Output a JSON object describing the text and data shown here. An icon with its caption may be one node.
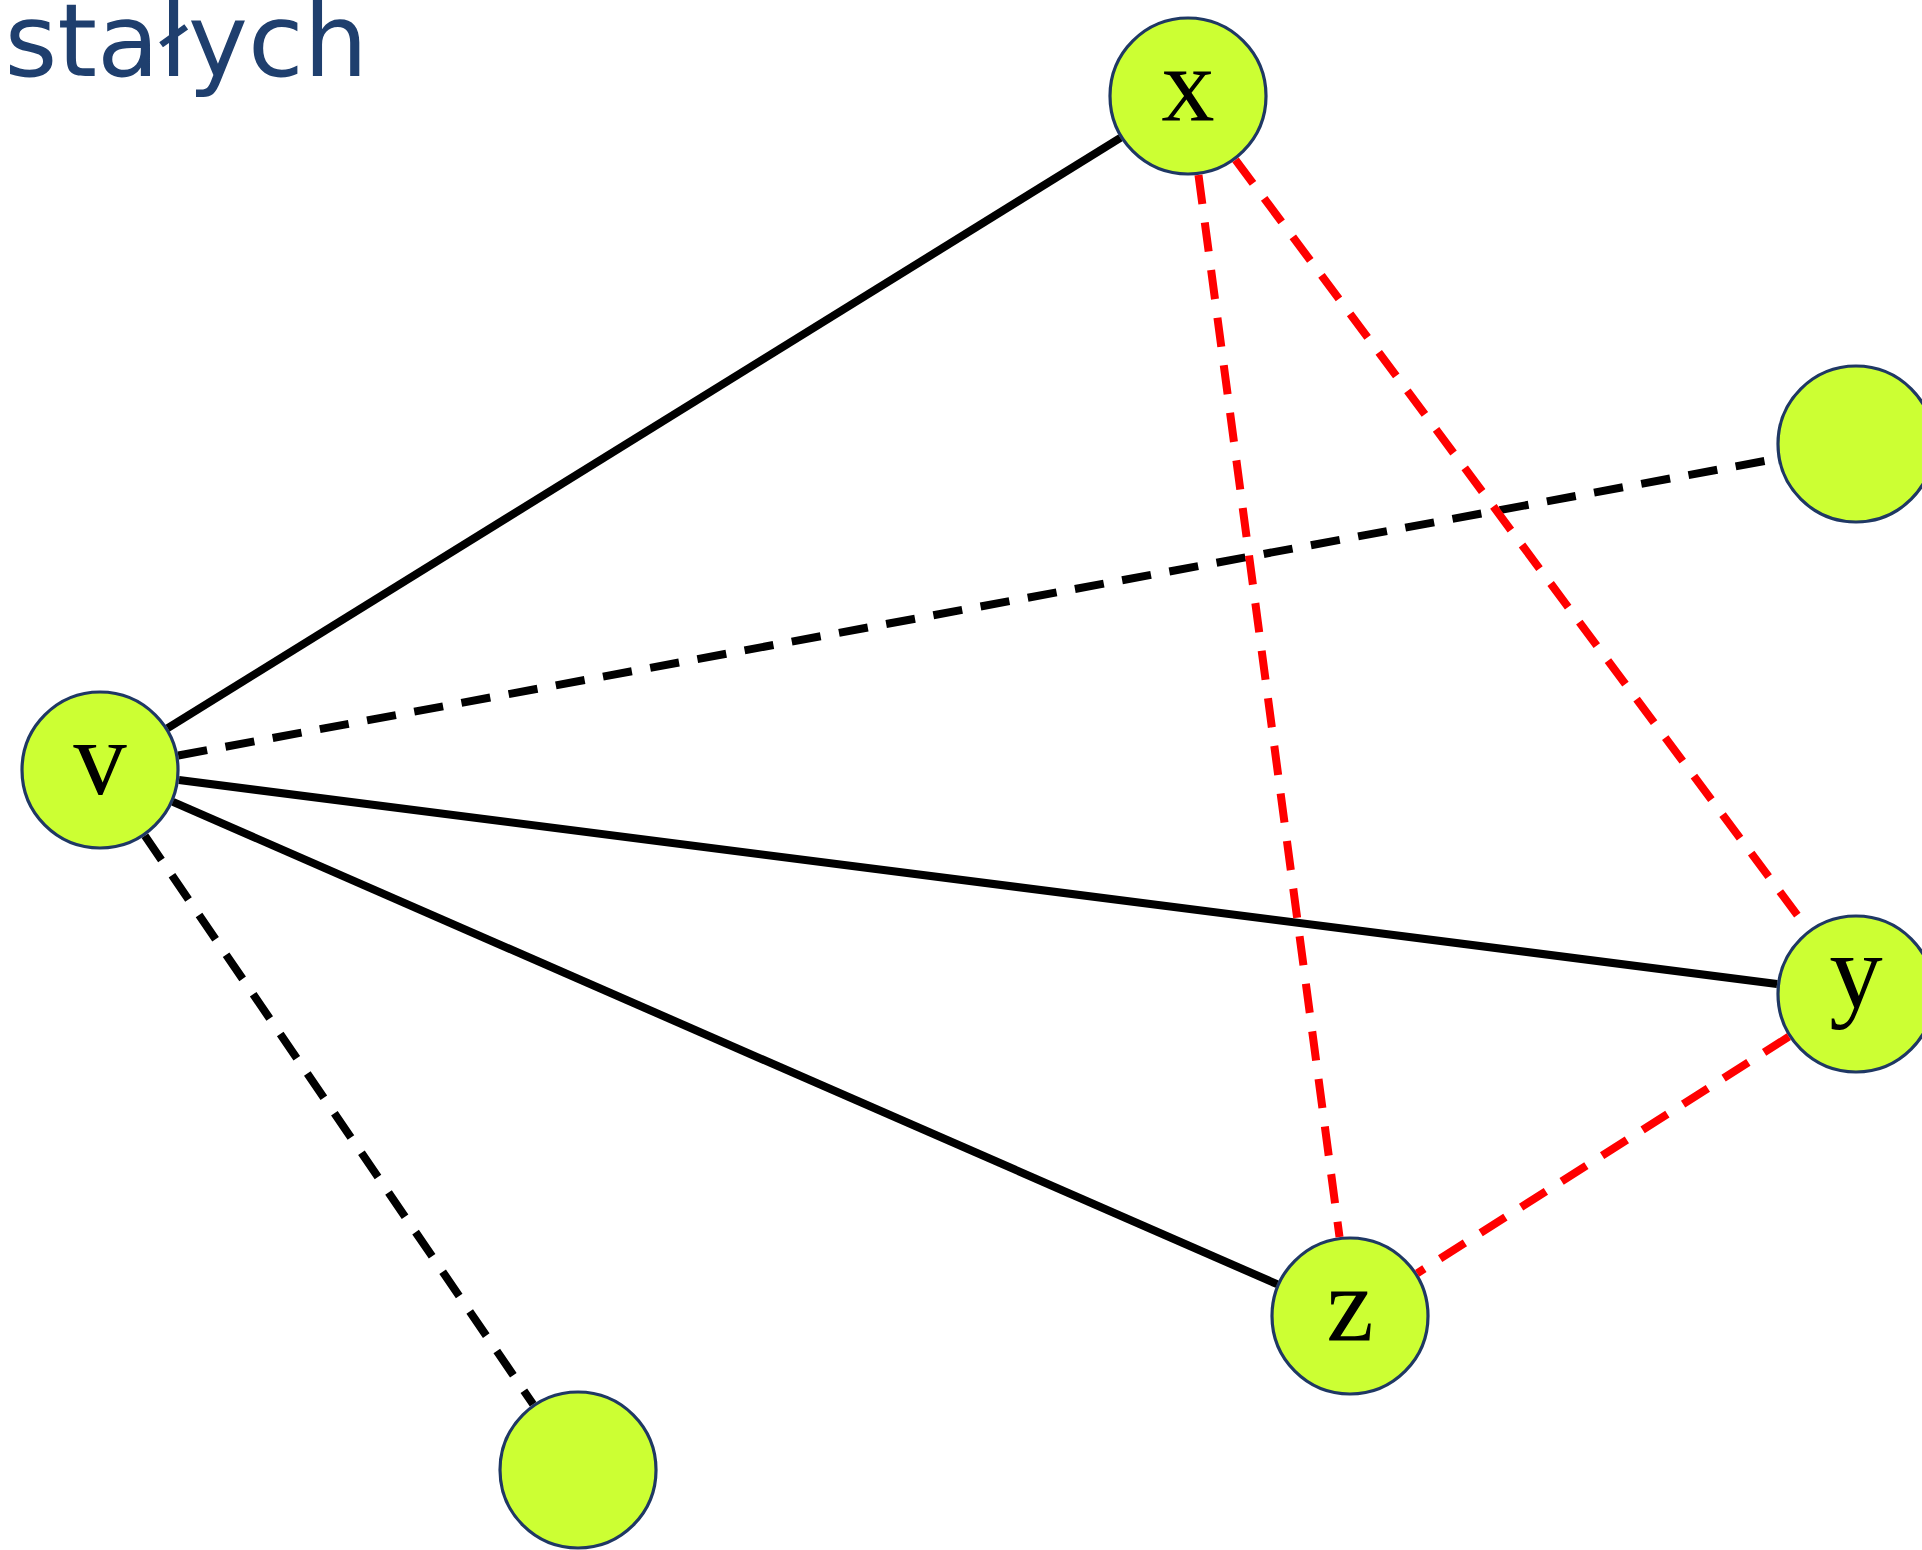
{
  "diagram": {
    "title": "stałych",
    "nodes": [
      {
        "text": [
          "x"
        ]
      },
      {
        "text": [],
        "shape": "circle"
      },
      {
        "text": [
          "v"
        ]
      },
      {
        "text": [
          "y"
        ]
      },
      {
        "text": [
          "z"
        ]
      },
      {
        "text": [],
        "shape": "circle"
      }
    ],
    "edges": [
      {
        "from": 2,
        "to": 0,
        "arrow": "none"
      },
      {
        "from": 2,
        "to": 1,
        "arrow": "none",
        "style": "dashed"
      },
      {
        "from": 2,
        "to": 3,
        "arrow": "none"
      },
      {
        "from": 2,
        "to": 4,
        "arrow": "none"
      },
      {
        "from": 2,
        "to": 5,
        "arrow": "none",
        "style": "dashed"
      },
      {
        "from": 0,
        "to": 4,
        "arrow": "none",
        "style": "dashed",
        "color": "#ff0000"
      },
      {
        "from": 0,
        "to": 3,
        "arrow": "none",
        "style": "dashed",
        "color": "#ff0000"
      },
      {
        "from": 3,
        "to": 4,
        "arrow": "none",
        "style": "dashed",
        "color": "#ff0000"
      }
    ]
  }
}
